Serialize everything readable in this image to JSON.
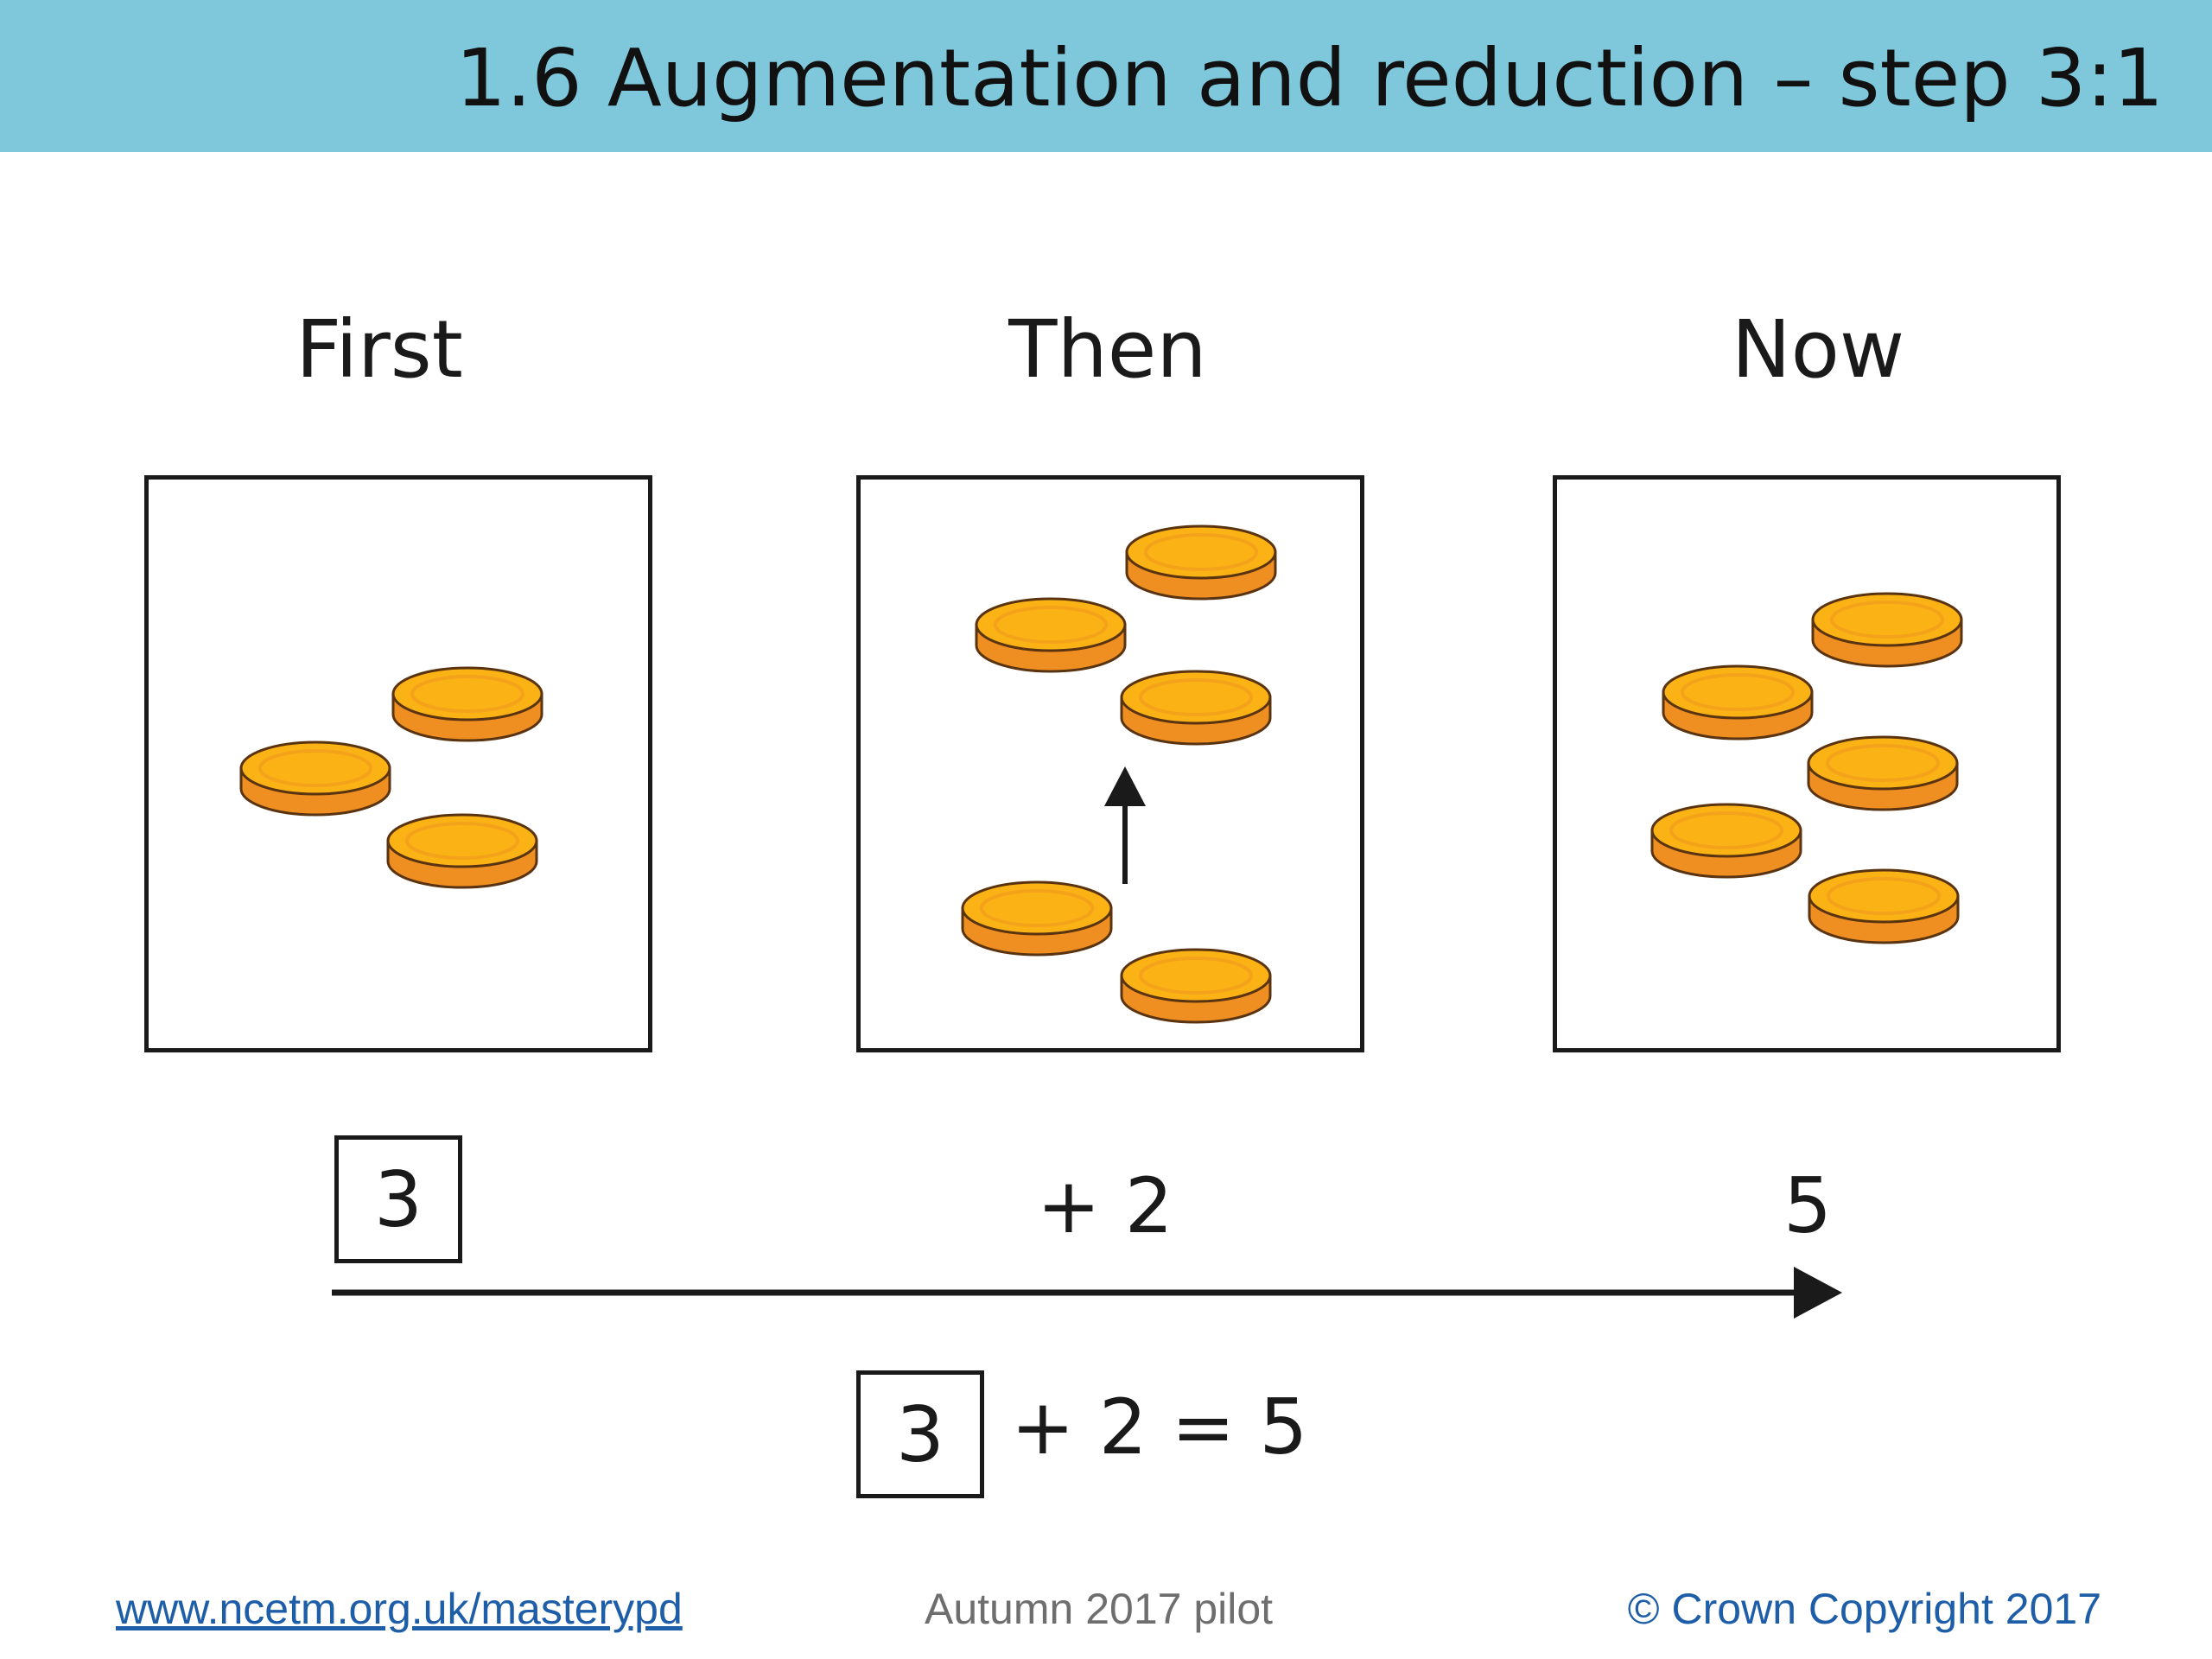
{
  "header": {
    "title": "1.6 Augmentation and reduction – step 3:1"
  },
  "columns": [
    {
      "label": "First",
      "coins": 3
    },
    {
      "label": "Then",
      "coins": 5
    },
    {
      "label": "Now",
      "coins": 5
    }
  ],
  "colors": {
    "header": "#7fc8dc",
    "coin_top": "#fbb215",
    "coin_side": "#ef8f22",
    "coin_outline": "#5a3410"
  },
  "number_line": {
    "start": "3",
    "change": "+ 2",
    "result": "5"
  },
  "equation": {
    "box": "3",
    "rest": "+ 2 = 5"
  },
  "footer": {
    "link": "www.ncetm.org.uk/masterypd",
    "pilot": "Autumn 2017 pilot",
    "copyright": "© Crown Copyright 2017"
  }
}
